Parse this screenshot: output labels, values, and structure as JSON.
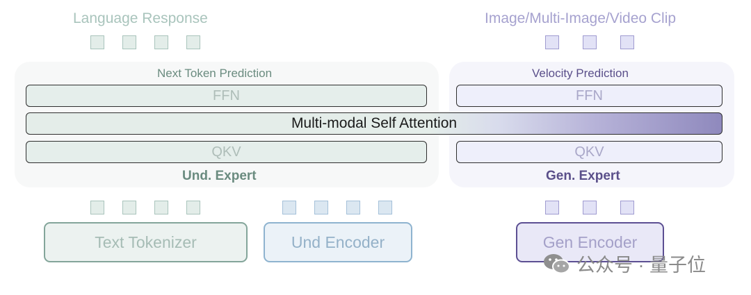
{
  "top": {
    "left_label": "Language Response",
    "right_label": "Image/Multi-Image/Video Clip"
  },
  "und_panel": {
    "title": "Next Token Prediction",
    "ffn": "FFN",
    "qkv": "QKV",
    "expert_label": "Und. Expert"
  },
  "gen_panel": {
    "title": "Velocity Prediction",
    "ffn": "FFN",
    "qkv": "QKV",
    "expert_label": "Gen. Expert"
  },
  "attention": {
    "label": "Multi-modal Self Attention"
  },
  "encoders": {
    "text": "Text Tokenizer",
    "und": "Und Encoder",
    "gen": "Gen Encoder"
  },
  "watermark": {
    "text": "公众号 · 量子位",
    "icon": "wechat-icon"
  },
  "colors": {
    "und_accent": "#6a8b7f",
    "gen_accent": "#5a4f8a",
    "und_encoder_accent": "#8eb3cf"
  }
}
